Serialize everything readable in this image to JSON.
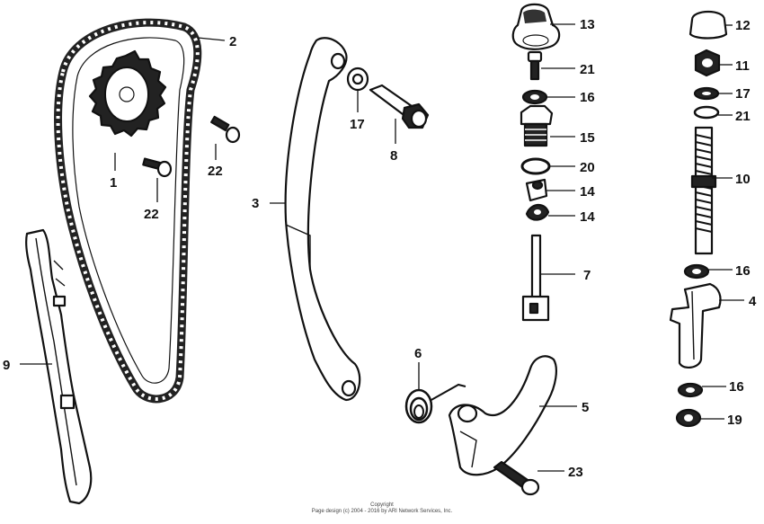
{
  "callouts": {
    "c1": "1",
    "c2": "2",
    "c3": "3",
    "c4": "4",
    "c5": "5",
    "c6": "6",
    "c7": "7",
    "c8": "8",
    "c9": "9",
    "c10": "10",
    "c11": "11",
    "c12": "12",
    "c13": "13",
    "c14a": "14",
    "c14b": "14",
    "c15": "15",
    "c16a": "16",
    "c16b": "16",
    "c16c": "16",
    "c17a": "17",
    "c17b": "17",
    "c19": "19",
    "c20": "20",
    "c21a": "21",
    "c21b": "21",
    "c22a": "22",
    "c22b": "22",
    "c23": "23"
  },
  "footer": {
    "line1": "Copyright",
    "line2": "Page design (c) 2004 - 2016 by ARI Network Services, Inc."
  }
}
